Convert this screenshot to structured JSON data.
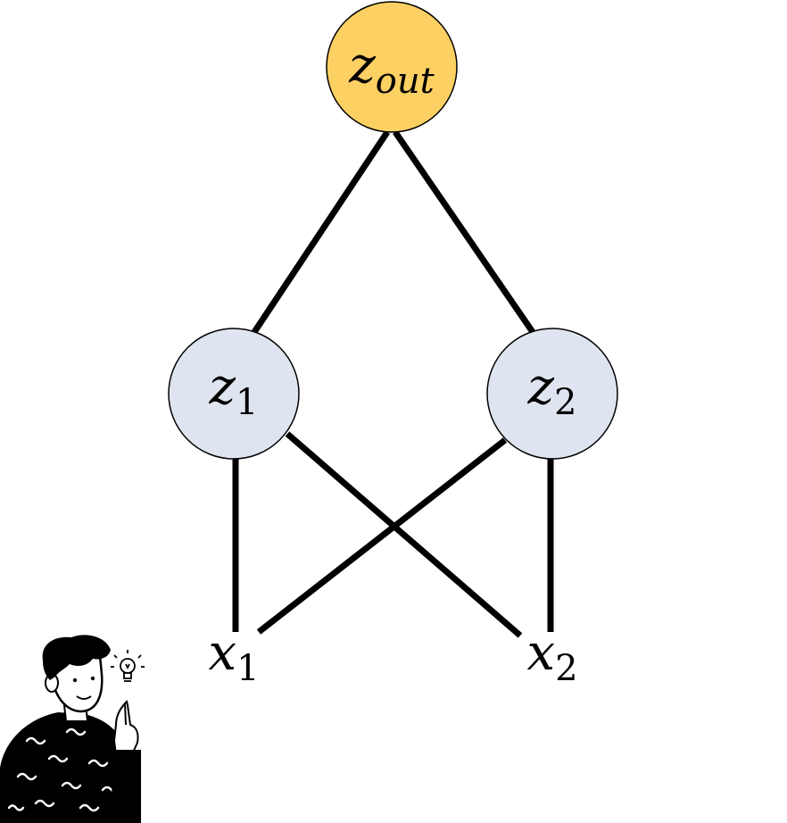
{
  "colors": {
    "output_fill": "#FDD063",
    "hidden_fill": "#DFE5F0",
    "stroke": "#000000",
    "background": "#FFFFFF"
  },
  "nodes": {
    "output": {
      "base": "z",
      "sub": "out"
    },
    "hidden1": {
      "base": "z",
      "sub": "1"
    },
    "hidden2": {
      "base": "z",
      "sub": "2"
    },
    "input1": {
      "base": "x",
      "sub": "1"
    },
    "input2": {
      "base": "x",
      "sub": "2"
    }
  },
  "illustration": {
    "icon": "person-idea-icon",
    "lightbulb_icon": "lightbulb-icon"
  }
}
